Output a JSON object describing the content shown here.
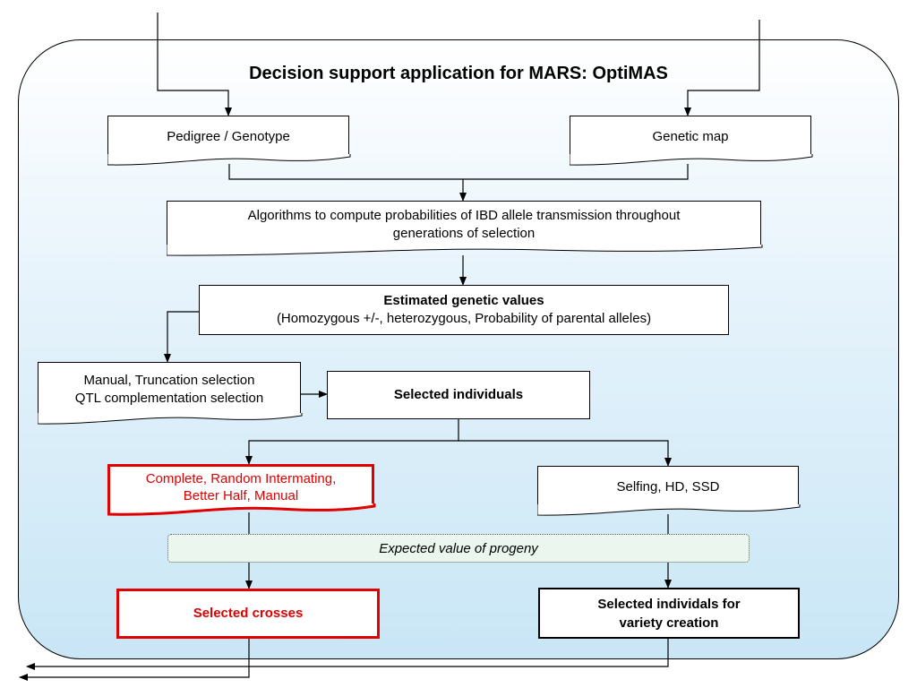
{
  "title": "Decision support application for MARS: OptiMAS",
  "inputs": {
    "pedigree": "Pedigree / Genotype",
    "genetic_map": "Genetic map"
  },
  "algorithms": {
    "line1": "Algorithms to compute probabilities of IBD allele transmission throughout",
    "line2": "generations of selection"
  },
  "estimated": {
    "title": "Estimated genetic values",
    "detail": "(Homozygous +/-, heterozygous, Probability of parental alleles)"
  },
  "selection_methods": {
    "line1": "Manual, Truncation selection",
    "line2": "QTL complementation selection"
  },
  "selected_individuals": "Selected individuals",
  "crossing_methods": {
    "line1": "Complete, Random Intermating,",
    "line2": "Better Half, Manual"
  },
  "selfing_methods": "Selfing, HD, SSD",
  "expected_value": "Expected value of progeny",
  "selected_crosses": "Selected crosses",
  "variety": {
    "line1": "Selected individals for",
    "line2": "variety creation"
  },
  "colors": {
    "accent_red": "#e00000",
    "background_light": "#ffffff",
    "background_blue": "#c9e6f6"
  }
}
